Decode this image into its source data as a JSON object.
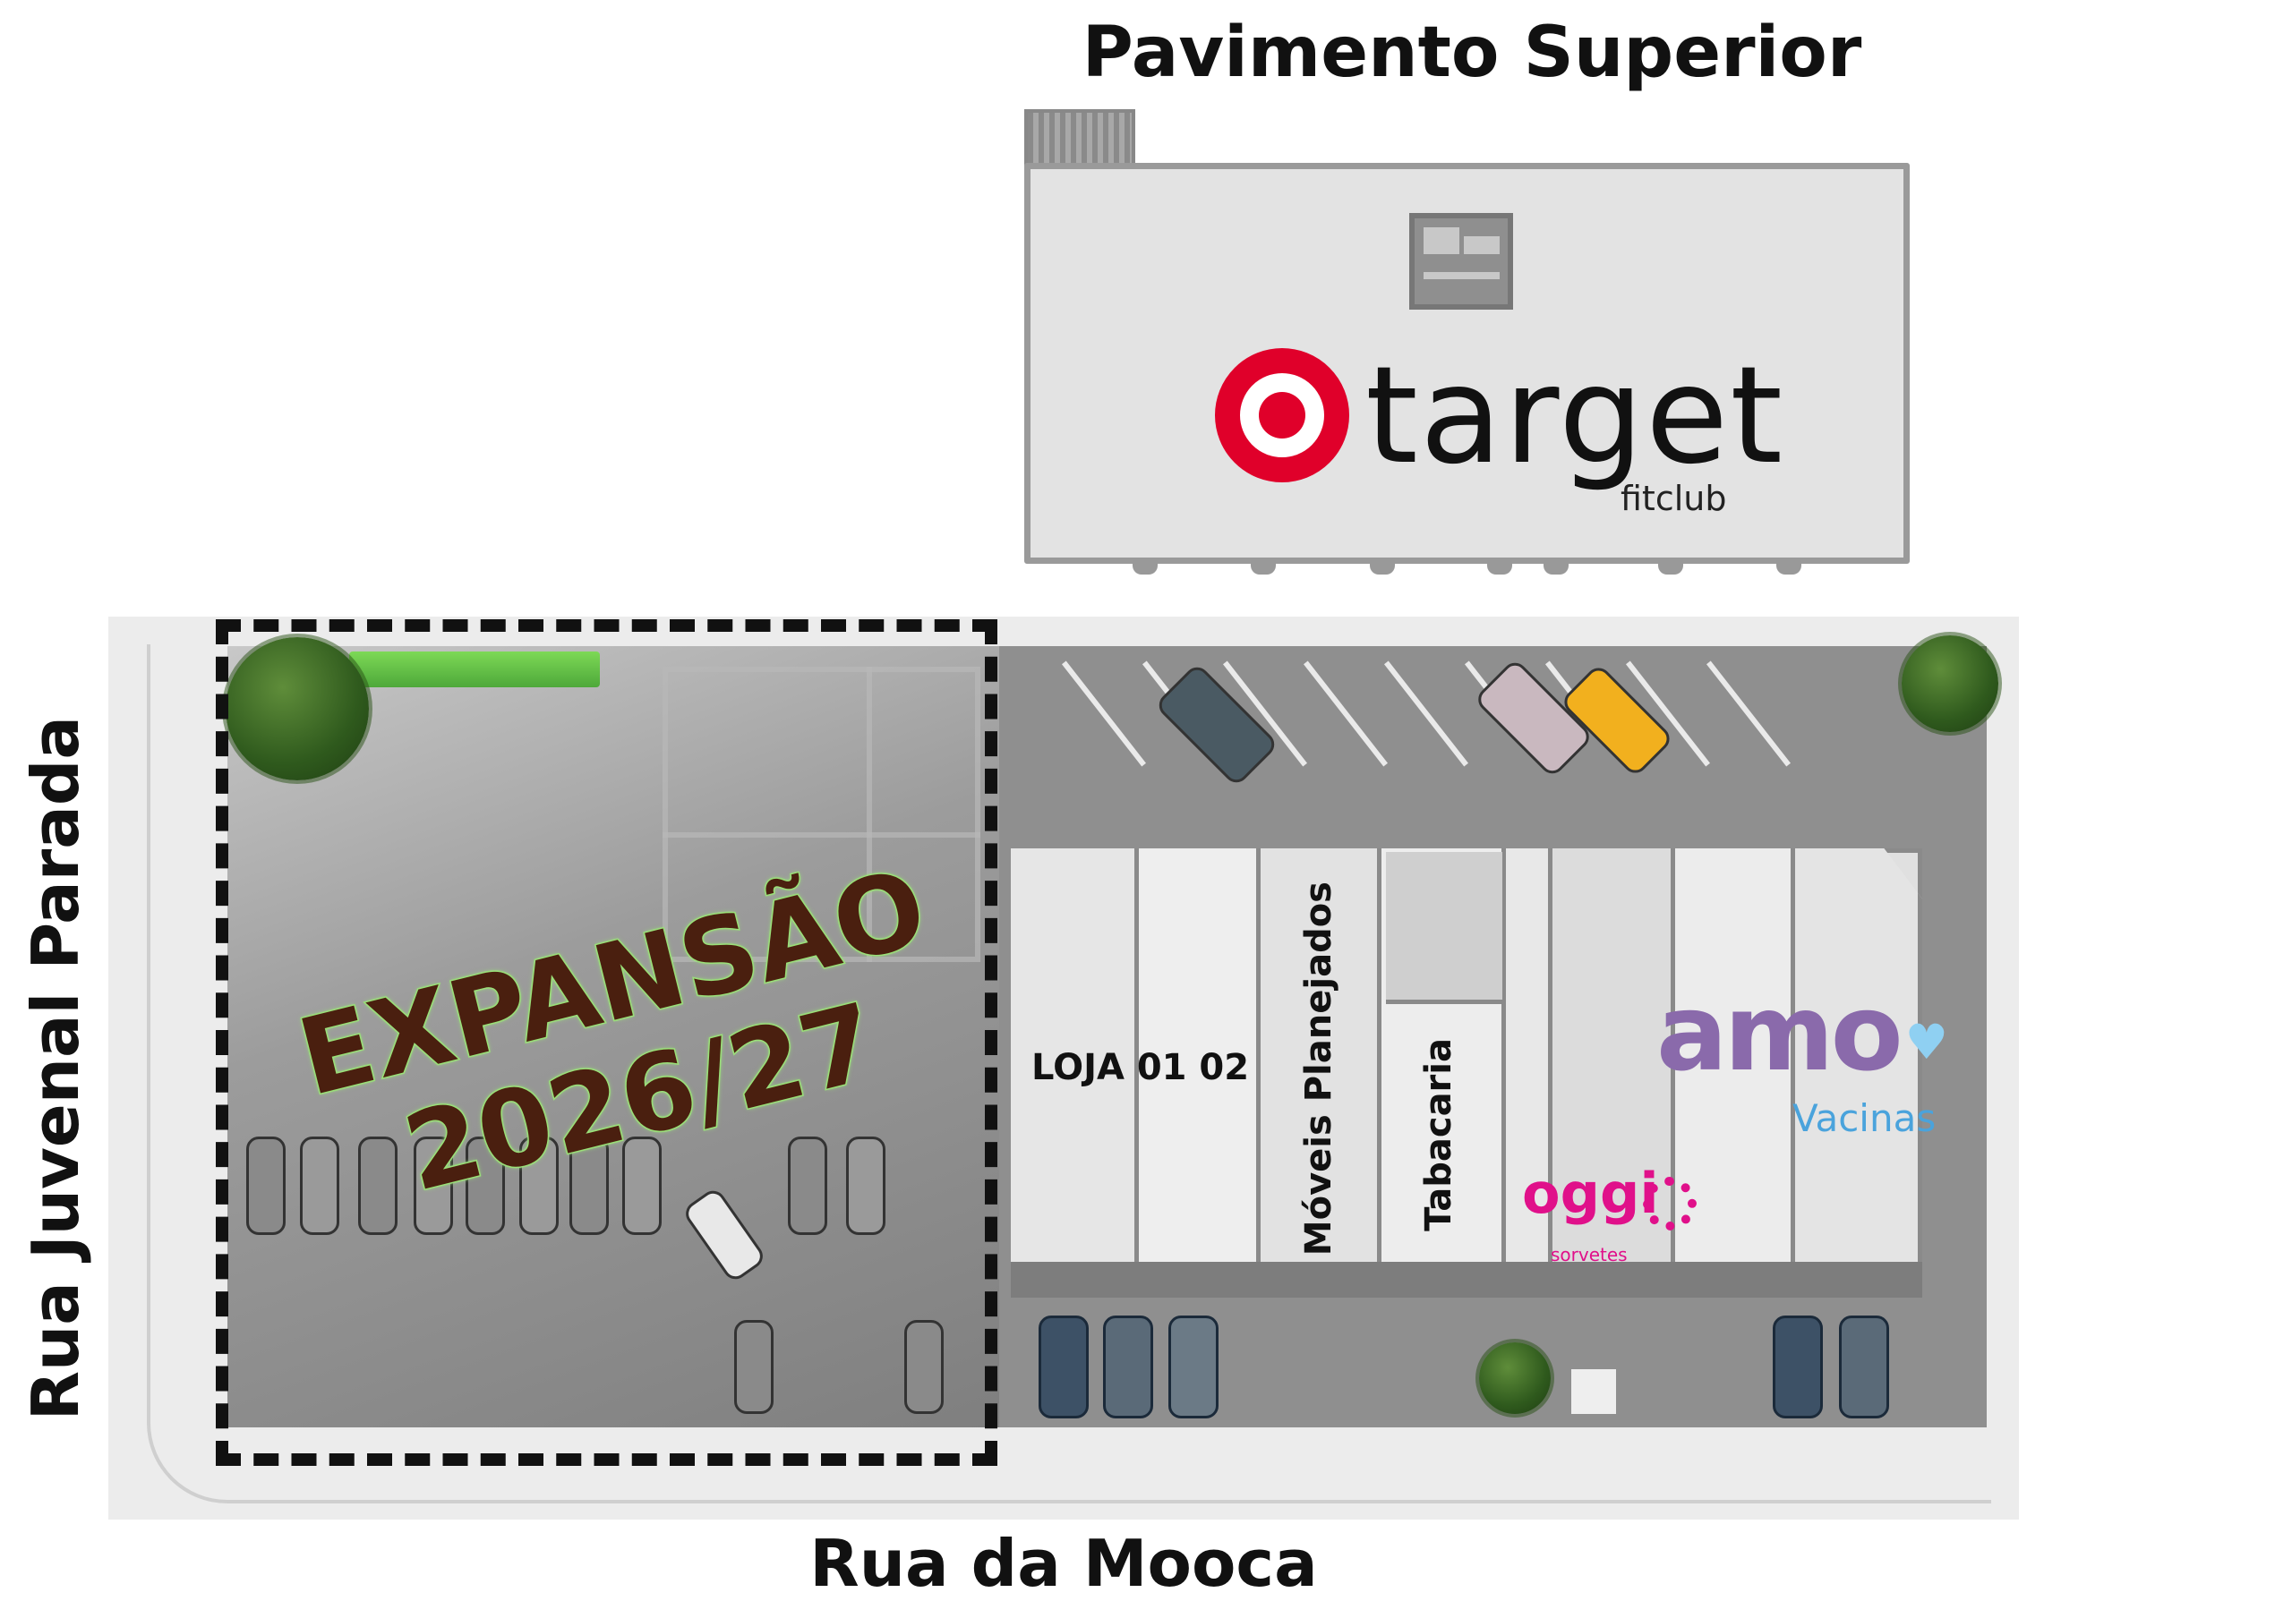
{
  "title": "Pavimento Superior",
  "upper_floor": {
    "brand": "target",
    "subbrand": "fitclub"
  },
  "streets": {
    "left": "Rua Juvenal Parada",
    "bottom": "Rua da Mooca"
  },
  "expansion": {
    "line1": "EXPANSÃO",
    "line2": "2026/27"
  },
  "stores": [
    {
      "label": "LOJA 01 02"
    },
    {
      "label": "Móveis Planejados"
    },
    {
      "label": "Tabacaria"
    },
    {
      "label": "oggi",
      "sub": "sorvetes"
    },
    {
      "label": "amo",
      "sub": "Vacinas"
    }
  ],
  "colors": {
    "target_red": "#e0002a",
    "amo_purple": "#8a6aab",
    "amo_blue": "#4aa3dc",
    "oggi_pink": "#e0108a",
    "expansion_text": "#4a1f0f",
    "expansion_outline": "#9be07a"
  }
}
